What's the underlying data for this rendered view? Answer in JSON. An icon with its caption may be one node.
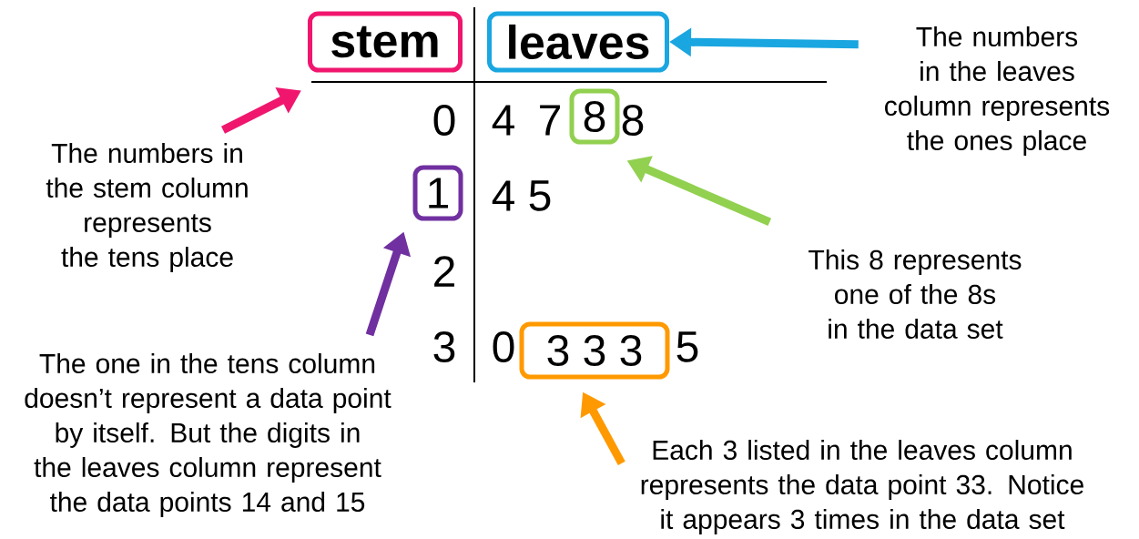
{
  "diagram": {
    "nodes": [
      {
        "text": [
          "stem"
        ]
      },
      {
        "text": [
          "leaves"
        ]
      },
      {
        "text": [
          "The numbers in the leaves column represents the ones place"
        ]
      },
      {
        "text": [
          "The numbers in the stem column represents the tens place"
        ]
      },
      {
        "text": [
          "8"
        ]
      },
      {
        "text": [
          "1"
        ]
      },
      {
        "text": [
          "This 8 represents one of the 8s in the data set"
        ]
      },
      {
        "text": [
          "The one in the tens column doesn’t represent a data point by itself. But the digits in the leaves column represent the data points 14 and 15"
        ]
      },
      {
        "text": [
          "3 3 3"
        ]
      },
      {
        "text": [
          "Each 3 listed in the leaves column represents the data point 33. Notice it appears 3 times in the data set"
        ]
      }
    ],
    "edges": [
      {
        "from": 2,
        "to": 1,
        "arrow": "to",
        "color": "#1aa6e0"
      },
      {
        "from": 3,
        "to": 0,
        "arrow": "to",
        "color": "#f0166e"
      },
      {
        "from": 6,
        "to": 4,
        "arrow": "to",
        "color": "#92d050"
      },
      {
        "from": 7,
        "to": 5,
        "arrow": "to",
        "color": "#7030a0"
      },
      {
        "from": 9,
        "to": 8,
        "arrow": "to",
        "color": "#ff9900"
      }
    ],
    "labels": [
      "0",
      "4",
      "7",
      "8",
      "4",
      "5",
      "2",
      "3",
      "0",
      "5"
    ]
  }
}
